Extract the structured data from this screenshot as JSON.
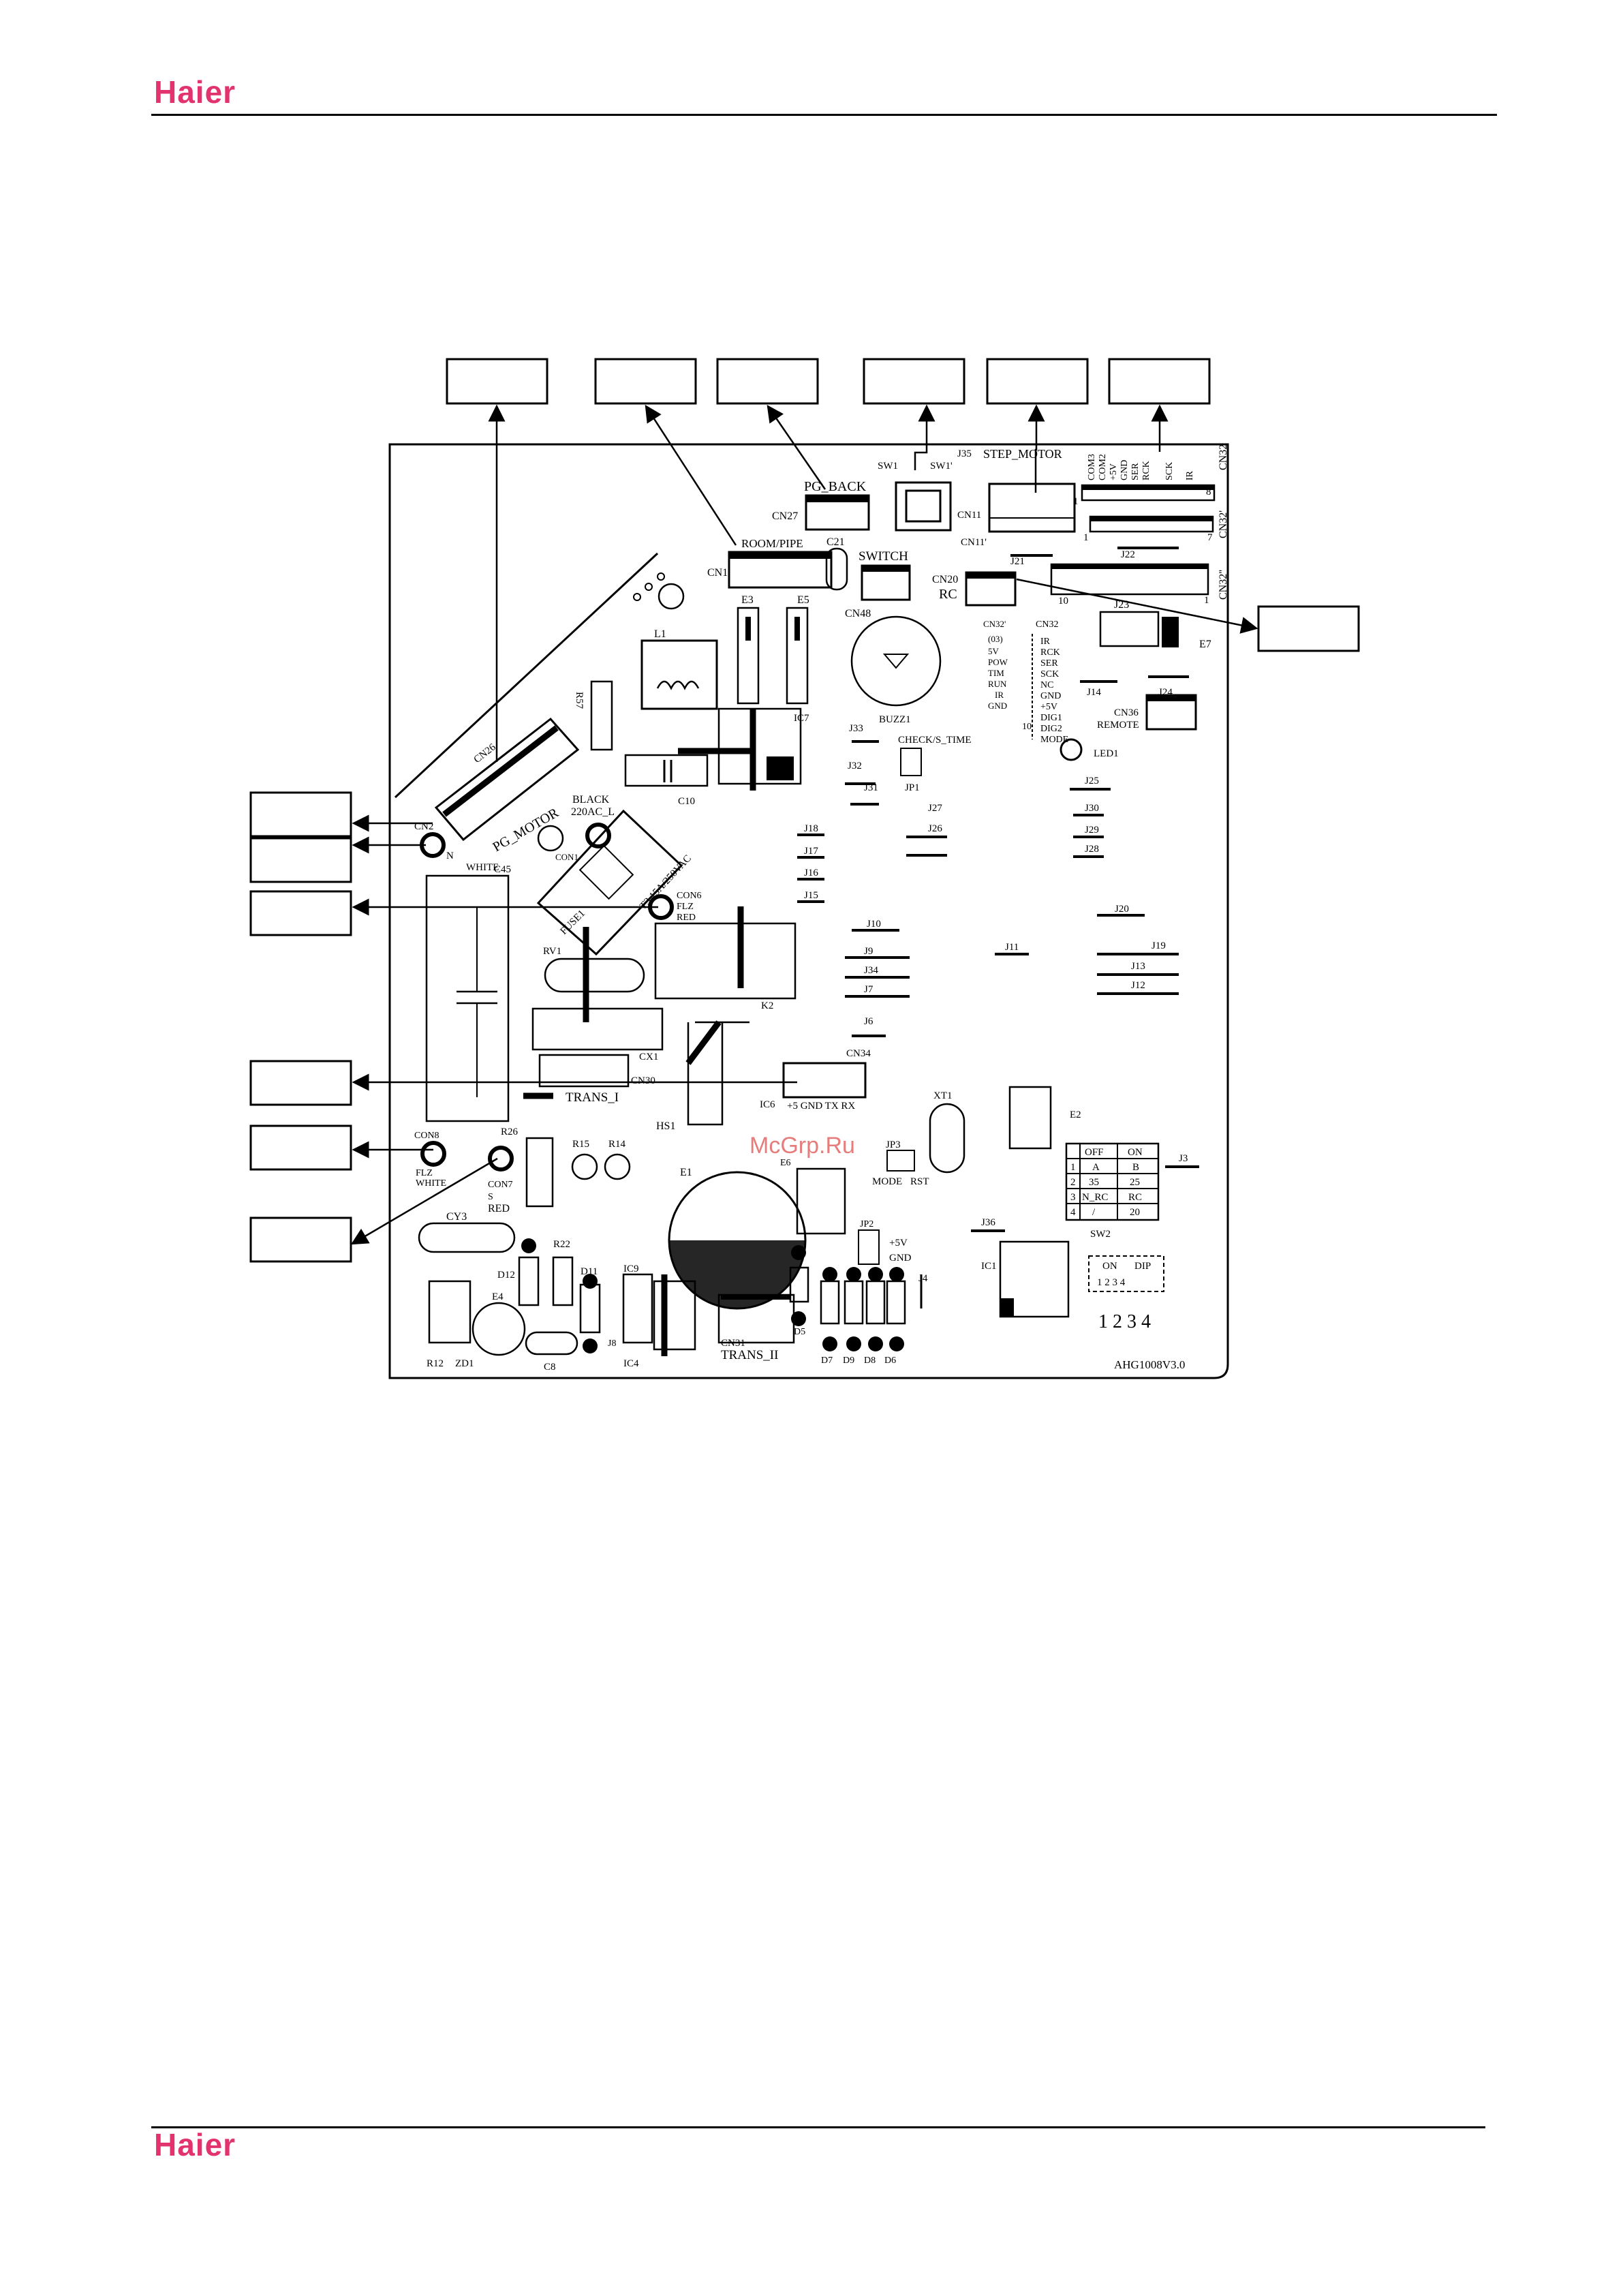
{
  "header": {
    "brand": "Haier"
  },
  "footer": {
    "brand": "Haier"
  },
  "watermark": "McGrp.Ru",
  "board": {
    "revision": "AHG1008V3.0",
    "labels": {
      "pg_back": "PG_BACK",
      "cn27": "CN27",
      "switch": "SWITCH",
      "cn48": "CN48",
      "c21": "C21",
      "room_pipe": "ROOM/PIPE",
      "cn1": "CN1",
      "e3": "E3",
      "e5": "E5",
      "sw1": "SW1",
      "sw1p": "SW1'",
      "j35": "J35",
      "step_motor": "STEP_MOTOR",
      "cn11": "CN11",
      "cn11p": "CN11'",
      "j21": "J21",
      "j22": "J22",
      "cn20": "CN20",
      "rc": "RC",
      "j23": "J23",
      "e7": "E7",
      "cn32": "CN32",
      "cn32p": "CN32'",
      "cn32pp": "CN32''",
      "l1": "L1",
      "r57": "R57",
      "c10": "C10",
      "ic7": "IC7",
      "buzz1": "BUZZ1",
      "j33": "J33",
      "check_time": "CHECK/S_TIME",
      "jp1": "JP1",
      "j32": "J32",
      "j31": "J31",
      "j14": "J14",
      "j24": "J24",
      "cn36": "CN36",
      "remote": "REMOTE",
      "led1": "LED1",
      "cn2": "CN2",
      "cn2_color": "WHITE",
      "cn2_n": "N",
      "pg_motor": "PG_MOTOR",
      "cn1b": "CON1",
      "black": "BLACK",
      "ac_l": "220AC_L",
      "cn26": "CN26",
      "fuse": "T3.15A/250VAC",
      "fuse1": "FUSE1",
      "c45": "C45",
      "con6": "CON6",
      "con6_flz": "FLZ",
      "con6_red": "RED",
      "j18": "J18",
      "j17": "J17",
      "j16": "J16",
      "j15": "J15",
      "j27": "J27",
      "j26": "J26",
      "j25": "J25",
      "j30": "J30",
      "j29": "J29",
      "j28": "J28",
      "rv1": "RV1",
      "k2": "K2",
      "j10": "J10",
      "j9": "J9",
      "j34": "J34",
      "j7": "J7",
      "j6": "J6",
      "j11": "J11",
      "j20": "J20",
      "j19": "J19",
      "j13": "J13",
      "j12": "J12",
      "cx1": "CX1",
      "cn30": "CN30",
      "trans_i": "TRANS_I",
      "cn34": "CN34",
      "ic6": "IC6",
      "cn34_pins": "+5  GND  TX  RX",
      "hs1": "HS1",
      "xt1": "XT1",
      "e2": "E2",
      "j3": "J3",
      "sw2": "SW2",
      "con8": "CON8",
      "con8_flz": "FLZ",
      "con8_white": "WHITE",
      "r26": "R26",
      "r15": "R15",
      "r14": "R14",
      "con7": "CON7",
      "con7_s": "S",
      "con7_red": "RED",
      "e1": "E1",
      "e6": "E6",
      "jp3": "JP3",
      "mode": "MODE",
      "rst": "RST",
      "cy3": "CY3",
      "r22": "R22",
      "d12": "D12",
      "d11": "D11",
      "e4": "E4",
      "ic9": "IC9",
      "ic4": "IC4",
      "j8": "J8",
      "c8": "C8",
      "r12": "R12",
      "zd1": "ZD1",
      "jp2": "JP2",
      "jp2_5v": "+5V",
      "jp2_gnd": "GND",
      "j36": "J36",
      "ic1": "IC1",
      "j4": "J4",
      "cn31": "CN31",
      "trans_ii": "TRANS_II",
      "d5": "D5",
      "d7": "D7",
      "d9": "D9",
      "d8": "D8",
      "d6": "D6",
      "dip_on": "ON",
      "dip_dip": "DIP",
      "dip_nums": "1  2  3  4",
      "dip_big": "1 2 3 4",
      "pin_1": "1",
      "pin_7": "7",
      "pin_8": "8",
      "pin_10": "10"
    },
    "cn32_top_pins": [
      "COM3",
      "COM2",
      "+5V",
      "GND",
      "SER",
      "RCK",
      "SCK",
      "IR"
    ],
    "cn32_left_pins": [
      "(03)",
      "5V",
      "POW",
      "TIM",
      "RUN",
      "IR",
      "GND"
    ],
    "cn32_right_pins": [
      "IR",
      "RCK",
      "SER",
      "SCK",
      "NC",
      "GND",
      "+5V",
      "DIG1",
      "DIG2",
      "MODE"
    ],
    "sw2_table": {
      "header": [
        "",
        "OFF",
        "ON"
      ],
      "rows": [
        [
          "1",
          "A",
          "B"
        ],
        [
          "2",
          "35",
          "25"
        ],
        [
          "3",
          "N_RC",
          "RC"
        ],
        [
          "4",
          "/",
          "20"
        ]
      ]
    }
  }
}
